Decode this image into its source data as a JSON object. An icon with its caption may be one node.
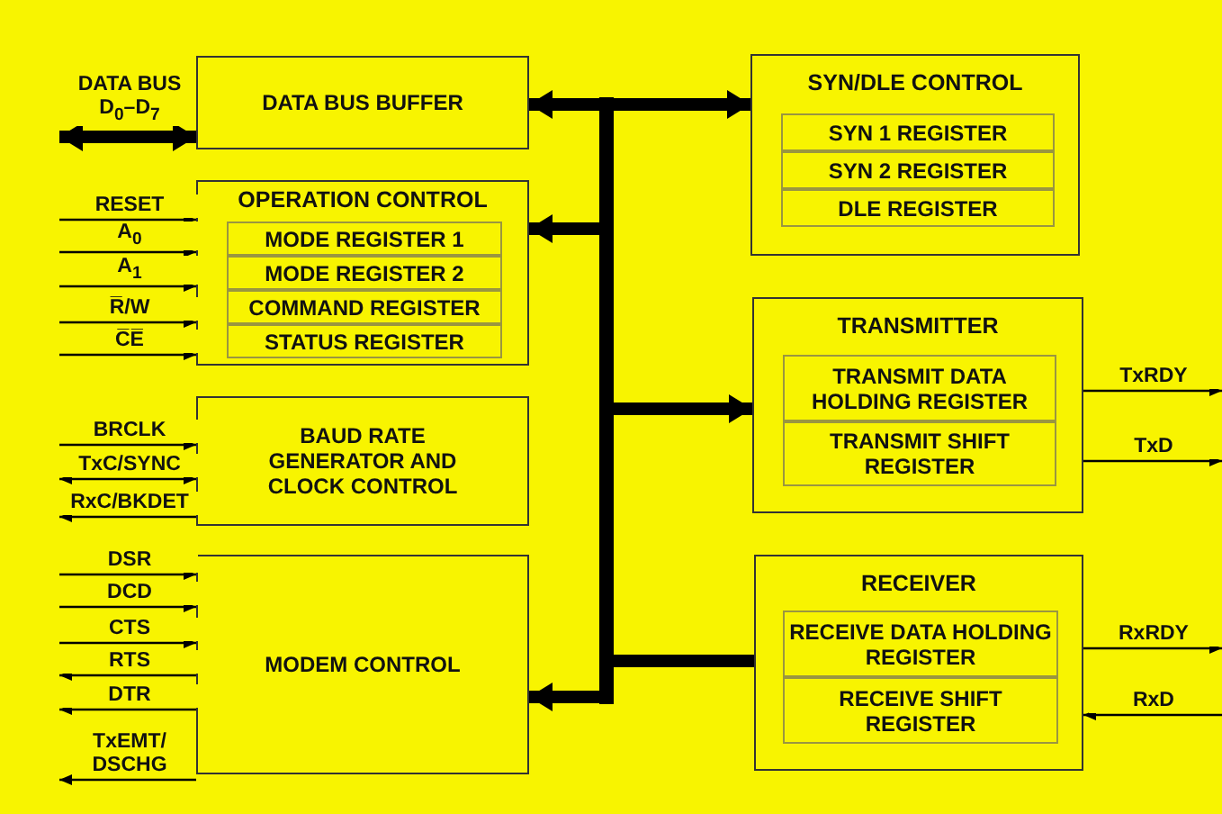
{
  "diagram": {
    "nodes": [
      {
        "text": [
          "DATA BUS BUFFER"
        ]
      },
      {
        "text": [
          "OPERATION CONTROL"
        ]
      },
      {
        "text": [
          "MODE REGISTER 1"
        ],
        "in": 1
      },
      {
        "text": [
          "MODE REGISTER 2"
        ],
        "in": 1
      },
      {
        "text": [
          "COMMAND REGISTER"
        ],
        "in": 1
      },
      {
        "text": [
          "STATUS REGISTER"
        ],
        "in": 1
      },
      {
        "text": [
          "BAUD RATE GENERATOR AND CLOCK CONTROL"
        ]
      },
      {
        "text": [
          "MODEM CONTROL"
        ]
      },
      {
        "text": [
          "SYN/DLE CONTROL"
        ]
      },
      {
        "text": [
          "SYN 1 REGISTER"
        ],
        "in": 8
      },
      {
        "text": [
          "SYN 2 REGISTER"
        ],
        "in": 8
      },
      {
        "text": [
          "DLE REGISTER"
        ],
        "in": 8
      },
      {
        "text": [
          "TRANSMITTER"
        ]
      },
      {
        "text": [
          "TRANSMIT DATA HOLDING REGISTER"
        ],
        "in": 12
      },
      {
        "text": [
          "TRANSMIT SHIFT REGISTER"
        ],
        "in": 12
      },
      {
        "text": [
          "RECEIVER"
        ]
      },
      {
        "text": [
          "RECEIVE DATA HOLDING REGISTER"
        ],
        "in": 15
      },
      {
        "text": [
          "RECEIVE SHIFT REGISTER"
        ],
        "in": 15
      },
      {
        "text": [],
        "shape": "bar"
      }
    ],
    "edges": [
      {
        "from": null,
        "to": 0,
        "arrow": "both",
        "label": "DATA BUS D$_{0}$–D$_{7}$",
        "style": "thick"
      },
      {
        "from": null,
        "to": 1,
        "arrow": "to",
        "label": "RESET"
      },
      {
        "from": null,
        "to": 1,
        "arrow": "to",
        "label": "A$_{0}$"
      },
      {
        "from": null,
        "to": 1,
        "arrow": "to",
        "label": "A$_{1}$"
      },
      {
        "from": null,
        "to": 1,
        "arrow": "to",
        "label": "R̅/W"
      },
      {
        "from": null,
        "to": 1,
        "arrow": "to",
        "label": "C̅E̅"
      },
      {
        "from": null,
        "to": 6,
        "arrow": "to",
        "label": "BRCLK"
      },
      {
        "from": null,
        "to": 6,
        "arrow": "both",
        "label": "TxC/SYNC"
      },
      {
        "from": 6,
        "to": null,
        "arrow": "to",
        "label": "RxC/BKDET"
      },
      {
        "from": null,
        "to": 7,
        "arrow": "to",
        "label": "DSR"
      },
      {
        "from": null,
        "to": 7,
        "arrow": "to",
        "label": "DCD"
      },
      {
        "from": null,
        "to": 7,
        "arrow": "to",
        "label": "CTS"
      },
      {
        "from": 7,
        "to": null,
        "arrow": "to",
        "label": "RTS"
      },
      {
        "from": 7,
        "to": null,
        "arrow": "to",
        "label": "DTR"
      },
      {
        "from": 7,
        "to": null,
        "arrow": "to",
        "label": "TxEMT/ DSCHG"
      },
      {
        "from": 18,
        "to": 0,
        "arrow": "to",
        "style": "thick"
      },
      {
        "from": 18,
        "to": 8,
        "arrow": "to",
        "style": "thick"
      },
      {
        "from": 18,
        "to": 1,
        "arrow": "to",
        "style": "thick"
      },
      {
        "from": 18,
        "to": 12,
        "arrow": "to",
        "style": "thick"
      },
      {
        "from": 15,
        "to": 18,
        "arrow": "none",
        "style": "thick"
      },
      {
        "from": 18,
        "to": 7,
        "arrow": "to",
        "style": "thick"
      },
      {
        "from": 12,
        "to": null,
        "arrow": "to",
        "label": "TxRDY"
      },
      {
        "from": 12,
        "to": null,
        "arrow": "to",
        "label": "TxD"
      },
      {
        "from": 15,
        "to": null,
        "arrow": "to",
        "label": "RxRDY"
      },
      {
        "from": null,
        "to": 15,
        "arrow": "to",
        "label": "RxD"
      }
    ]
  }
}
